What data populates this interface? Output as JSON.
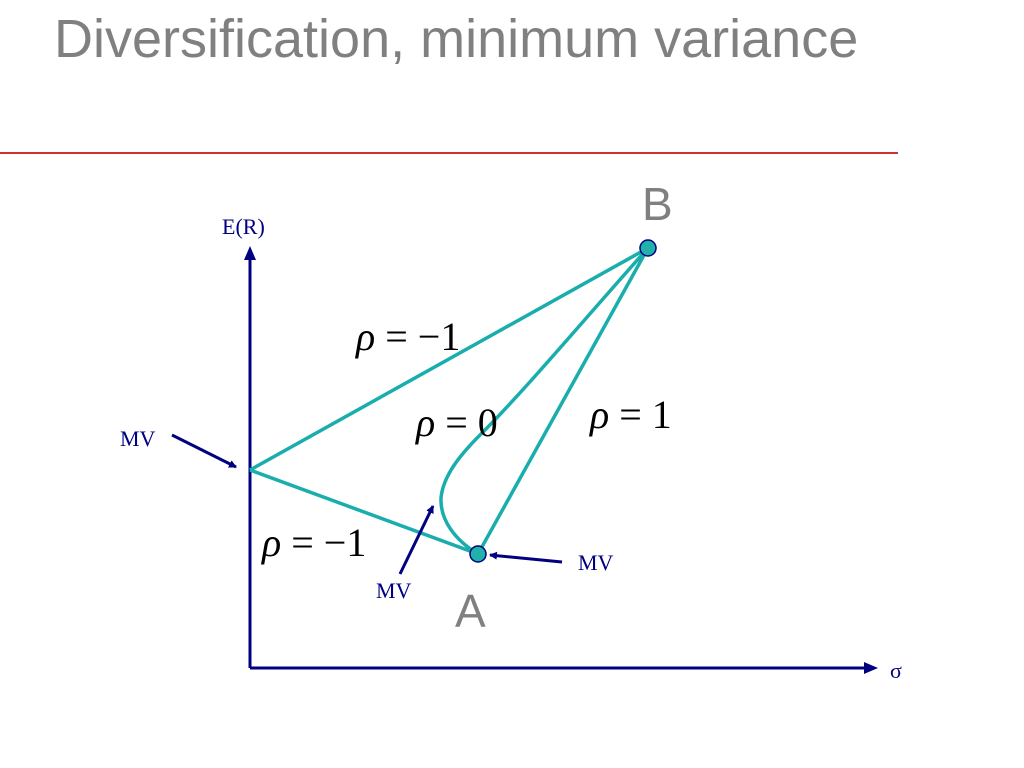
{
  "slide": {
    "title": "Diversification, minimum variance"
  },
  "diagram": {
    "axes": {
      "y_label": "E(R)",
      "x_label": "σ"
    },
    "points": {
      "a_label": "A",
      "b_label": "B"
    },
    "curves": {
      "rho_neg1_upper": {
        "symbol": "ρ",
        "relation": " = −1"
      },
      "rho_neg1_lower": {
        "symbol": "ρ",
        "relation": " = −1"
      },
      "rho_zero": {
        "symbol": "ρ",
        "relation": " = 0"
      },
      "rho_pos1": {
        "symbol": "ρ",
        "relation": " = 1"
      }
    },
    "mv_labels": {
      "left": "MV",
      "right": "MV",
      "bottom": "MV"
    },
    "colors": {
      "axis": "#000080",
      "curve": "#1aadad",
      "point_fill": "#20b2aa",
      "rule": "#cc3333",
      "title": "#808080"
    }
  }
}
